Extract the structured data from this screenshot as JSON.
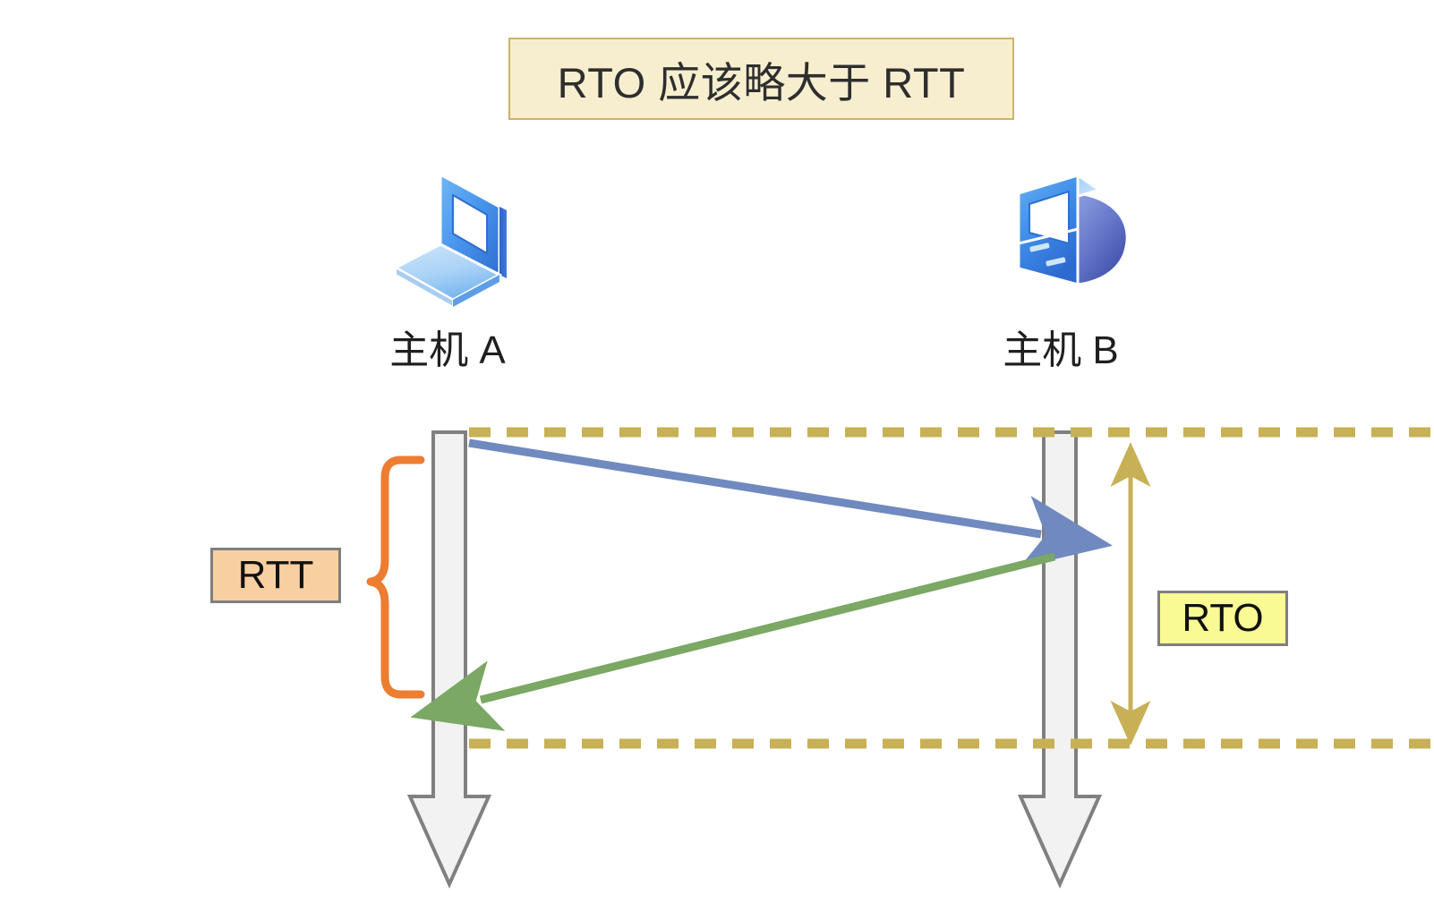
{
  "diagram": {
    "title": "RTO 应该略大于 RTT",
    "hosts": [
      {
        "id": "a",
        "label": "主机 A",
        "icon": "laptop-icon"
      },
      {
        "id": "b",
        "label": "主机 B",
        "icon": "desktop-computer-icon"
      }
    ],
    "labels": {
      "rtt": "RTT",
      "rto": "RTO"
    },
    "messages": [
      {
        "id": "request",
        "from": "主机 A",
        "to": "主机 B",
        "color": "#7089bf",
        "direction": "right"
      },
      {
        "id": "response",
        "from": "主机 B",
        "to": "主机 A",
        "color": "#7ba864",
        "direction": "left"
      }
    ],
    "annotations": {
      "rtt_brace": {
        "label": "RTT",
        "color": "#ed7d31",
        "spans": "request send to response receive"
      },
      "rto_arrow": {
        "label": "RTO",
        "color": "#c8b056",
        "type": "double-headed-vertical-arrow"
      },
      "guide_lines": {
        "color": "#c8b056",
        "style": "dashed",
        "count": 2
      }
    },
    "colors": {
      "title_fill": "#f6eece",
      "title_border": "#cdb36a",
      "rtt_fill": "#f7cfa1",
      "rto_fill": "#fafa94",
      "box_border": "#7f7f7f",
      "timeline_fill": "#f2f2f2",
      "timeline_stroke": "#808080",
      "request_arrow": "#7089bf",
      "response_arrow": "#7ba864",
      "brace": "#ed7d31",
      "guide": "#c8b056",
      "background": "#ffffff"
    }
  }
}
